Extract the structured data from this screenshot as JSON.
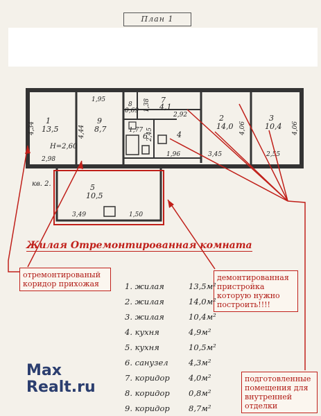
{
  "plan": {
    "title": "План 1 этажа",
    "apt_label": "кв. 2.",
    "height_label": "H=2,60",
    "rooms": [
      {
        "num": "1",
        "area": "13,5"
      },
      {
        "num": "9",
        "area": "8,7"
      },
      {
        "num": "8",
        "area": "0,69"
      },
      {
        "num": "7",
        "area": "4,1"
      },
      {
        "num": "2",
        "area": "14,0"
      },
      {
        "num": "3",
        "area": "10,4"
      },
      {
        "num": "4",
        "area": ""
      },
      {
        "num": "5",
        "area": "10,5"
      },
      {
        "num": "6",
        "area": ""
      }
    ],
    "dims": [
      "4,34",
      "2,98",
      "1,95",
      "4,44",
      "2,92",
      "1,38",
      "1,77",
      "2,45",
      "1,96",
      "3,45",
      "4,06",
      "2,55",
      "4,06",
      "3,49",
      "1,50"
    ]
  },
  "headline": "Жилая Отремонтированная комната",
  "callouts": {
    "corridor": "отремонтированый коридор прихожая",
    "annex": "демонтированная пристройка которую нужно построить!!!!",
    "prepared": "подготовленные помещения для внутренней отделки"
  },
  "legend": [
    {
      "name": "1. жилая",
      "area": "13,5м²"
    },
    {
      "name": "2. жилая",
      "area": "14,0м²"
    },
    {
      "name": "3. жилая",
      "area": "10,4м²"
    },
    {
      "name": "4. кухня",
      "area": "4,9м²"
    },
    {
      "name": "5. кухня",
      "area": "10,5м²"
    },
    {
      "name": "6. санузел",
      "area": "4,3м²"
    },
    {
      "name": "7. коридор",
      "area": "4,0м²"
    },
    {
      "name": "8. коридор",
      "area": "0,8м²"
    },
    {
      "name": "9. коридор",
      "area": "8,7м²"
    }
  ],
  "watermark": {
    "line1": "Max",
    "line2": "Realt.ru"
  },
  "colors": {
    "accent": "#c0201a",
    "wall": "#333333",
    "brand": "#2b3e6f"
  }
}
